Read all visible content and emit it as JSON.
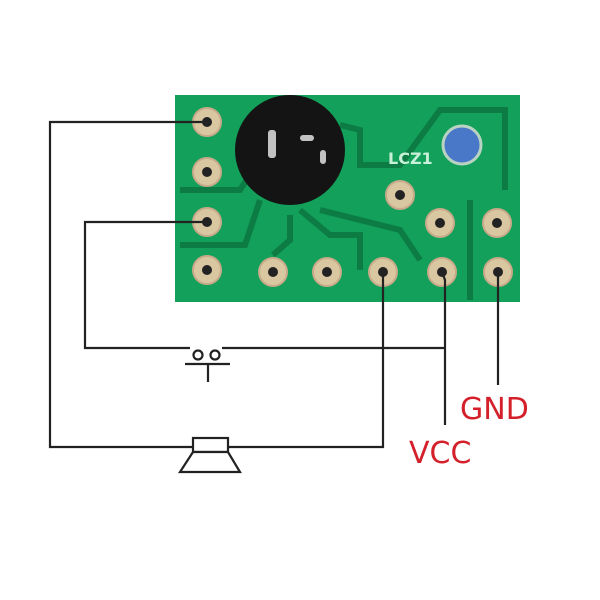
{
  "board": {
    "silkscreen": "LCZ1"
  },
  "labels": {
    "gnd": "GND",
    "vcc": "VCC"
  },
  "colors": {
    "board": "#12a05a",
    "trace": "#0e8a4c",
    "pad": "#d8c7a0",
    "label": "#d4202a",
    "wire": "#222222",
    "via": "#4a78c8"
  }
}
